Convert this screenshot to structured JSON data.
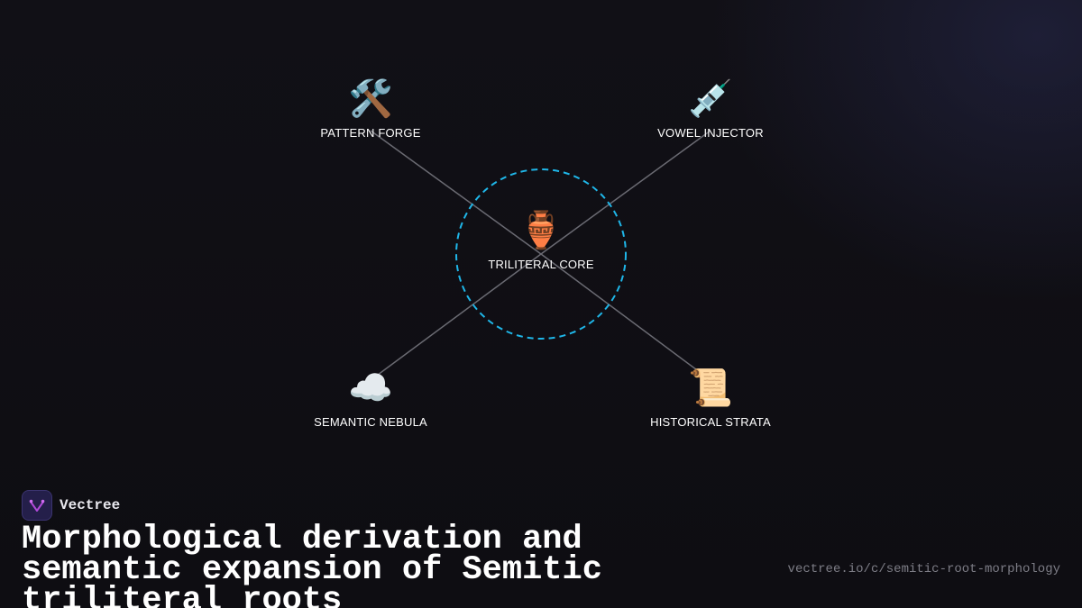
{
  "diagram": {
    "center": {
      "label": "TRILITERAL CORE",
      "icon": "amphora-icon",
      "glyph": "🏺"
    },
    "nodes": [
      {
        "label": "PATTERN FORGE",
        "icon": "hammer-and-wrench-icon",
        "glyph": "🛠️"
      },
      {
        "label": "VOWEL INJECTOR",
        "icon": "syringe-icon",
        "glyph": "💉"
      },
      {
        "label": "SEMANTIC NEBULA",
        "icon": "cloud-icon",
        "glyph": "☁️"
      },
      {
        "label": "HISTORICAL STRATA",
        "icon": "scroll-icon",
        "glyph": "📜"
      }
    ],
    "colors": {
      "ring": "#1fb6e8",
      "connector": "#6a6a72"
    }
  },
  "brand": {
    "name": "Vectree",
    "logo_icon": "vectree-logo-icon",
    "logo_color": "#b04ad8"
  },
  "title": "Morphological derivation and semantic expansion of Semitic triliteral roots",
  "url": "vectree.io/c/semitic-root-morphology"
}
